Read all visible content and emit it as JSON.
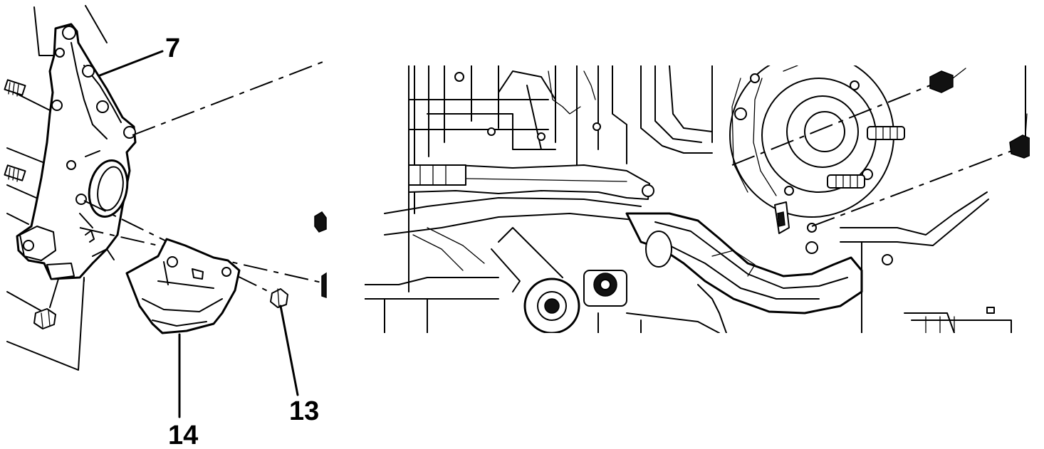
{
  "left_view": {
    "callouts": [
      {
        "id": "7",
        "label": "7"
      },
      {
        "id": "13",
        "label": "13"
      },
      {
        "id": "14",
        "label": "14"
      }
    ],
    "parts": {
      "knuckle": "steering-knuckle",
      "shield": "brake-dust-shield",
      "bolt": "shield-bolt"
    }
  },
  "right_view": {
    "parts": {
      "hub": "wheel-hub",
      "control_arm": "lower-control-arm",
      "upper_bolt": "hub-bolt-upper",
      "lower_bolt": "hub-bolt-lower"
    }
  },
  "colors": {
    "line": "#000000",
    "background": "#ffffff"
  }
}
